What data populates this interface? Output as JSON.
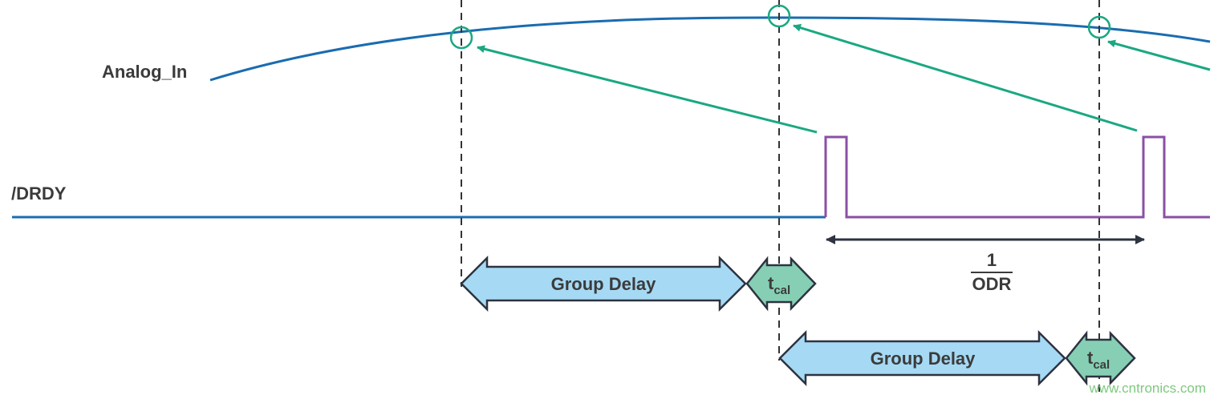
{
  "signals": {
    "analog_label": "Analog_In",
    "drdy_label": "/DRDY"
  },
  "delays": [
    {
      "group_label": "Group Delay",
      "tcal_main": "t",
      "tcal_sub": "cal"
    },
    {
      "group_label": "Group Delay",
      "tcal_main": "t",
      "tcal_sub": "cal"
    }
  ],
  "odr": {
    "numerator": "1",
    "denominator": "ODR"
  },
  "watermark": "www.cntronics.com",
  "colors": {
    "analog_wave": "#1a6cb0",
    "drdy_low": "#1a6cb0",
    "drdy_pulse": "#8a4fa6",
    "arrow_green": "#1aa882",
    "group_fill": "#a6d9f4",
    "tcal_fill": "#86cfb4",
    "outline": "#2d3340"
  }
}
